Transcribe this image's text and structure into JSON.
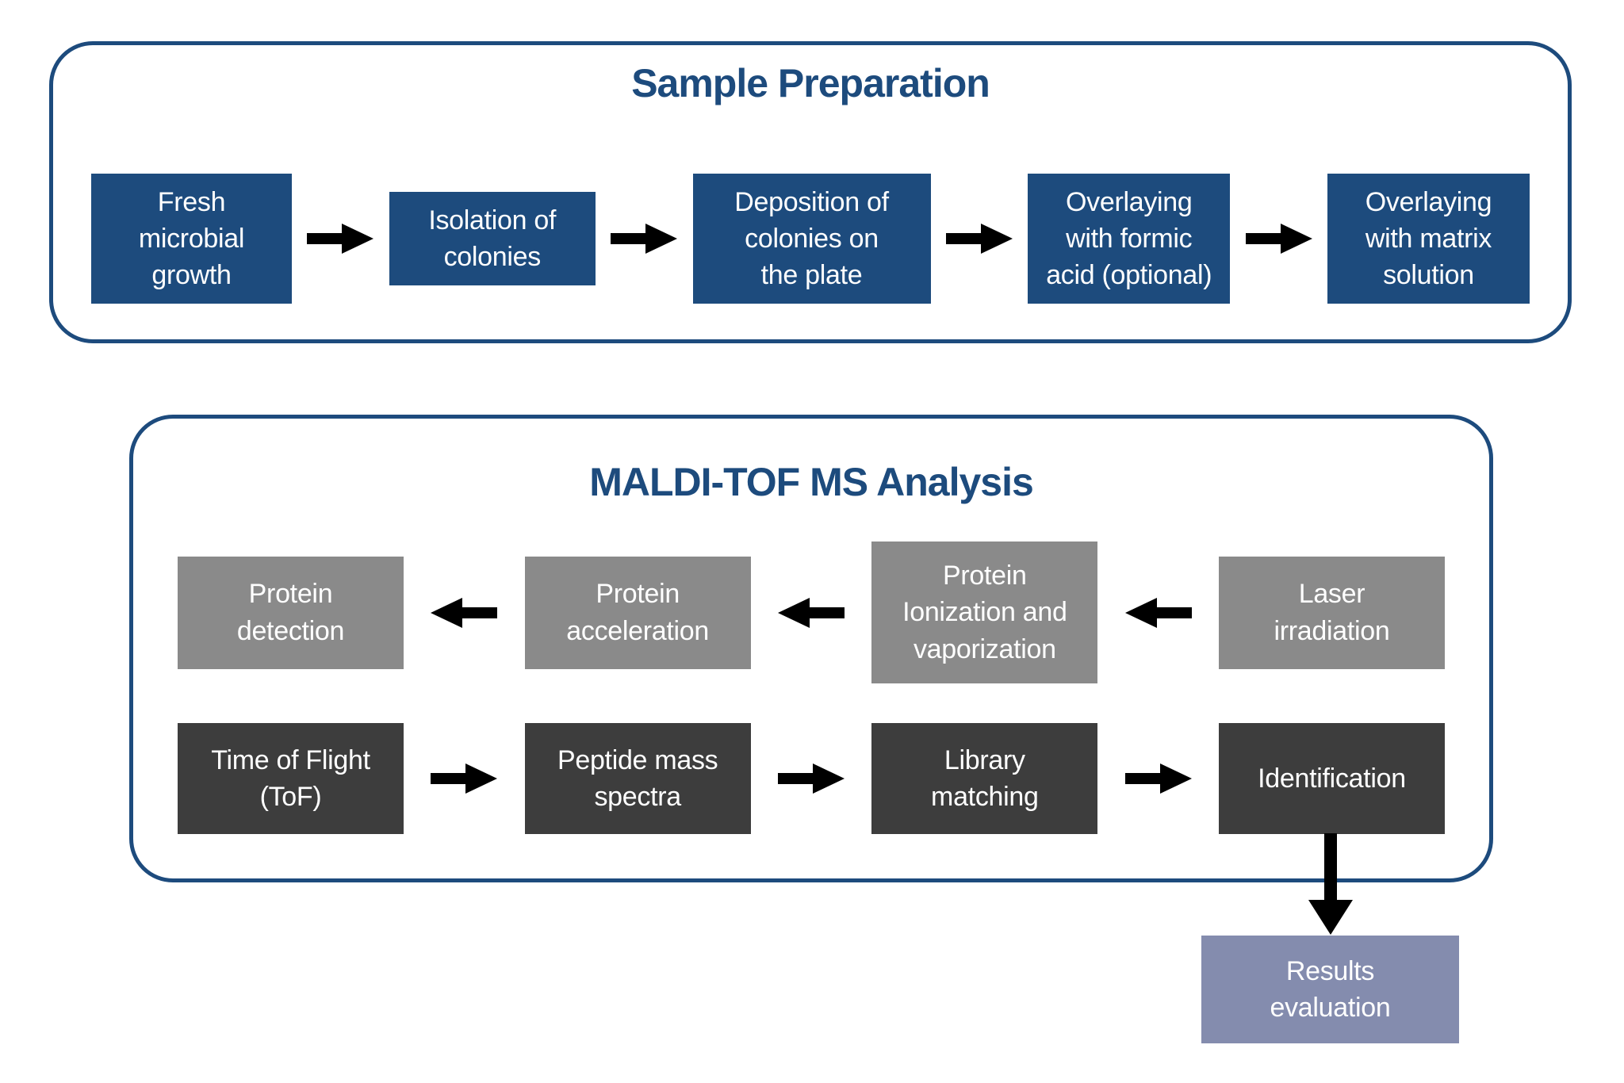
{
  "colors": {
    "bg": "#ffffff",
    "blue": "#1d4b7d",
    "gray": "#8a8a8a",
    "darkgray": "#3d3d3d",
    "lavender": "#848cae",
    "arrow": "#000000",
    "label": "#ffffff"
  },
  "icons": {
    "step_forward": "arrow-right-icon",
    "step_backward": "arrow-left-icon",
    "to_results": "arrow-down-icon"
  },
  "sample_preparation": {
    "title": "Sample Preparation",
    "steps": [
      {
        "label": "Fresh\nmicrobial\ngrowth"
      },
      {
        "label": "Isolation of\ncolonies"
      },
      {
        "label": "Deposition of\ncolonies on\nthe plate"
      },
      {
        "label": "Overlaying\nwith formic\nacid (optional)"
      },
      {
        "label": "Overlaying\nwith matrix\nsolution"
      }
    ]
  },
  "maldi_tof_ms_analysis": {
    "title": "MALDI-TOF MS Analysis",
    "upper_row": {
      "flow_direction": "right-to-left",
      "steps": [
        {
          "label": "Protein\ndetection"
        },
        {
          "label": "Protein\nacceleration"
        },
        {
          "label": "Protein\nIonization and\nvaporization"
        },
        {
          "label": "Laser\nirradiation"
        }
      ]
    },
    "lower_row": {
      "flow_direction": "left-to-right",
      "steps": [
        {
          "label": "Time of Flight\n(ToF)"
        },
        {
          "label": "Peptide mass\nspectra"
        },
        {
          "label": "Library\nmatching"
        },
        {
          "label": "Identification"
        }
      ]
    },
    "result": {
      "label": "Results\nevaluation"
    }
  }
}
